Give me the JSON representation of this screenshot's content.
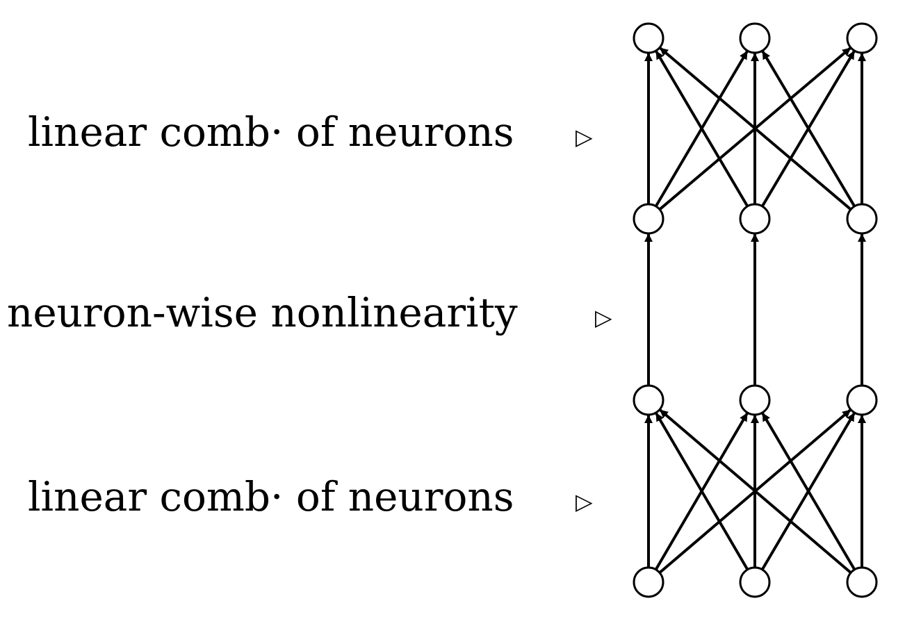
{
  "diagram": {
    "layers": [
      {
        "label": "linear comb· of neurons",
        "marker": "▷",
        "connectivity": "fully-connected"
      },
      {
        "label": "neuron-wise nonlinearity",
        "marker": "▷",
        "connectivity": "one-to-one"
      },
      {
        "label": "linear comb· of neurons",
        "marker": "▷",
        "connectivity": "fully-connected"
      }
    ],
    "neurons_per_row": 3,
    "rows": 4,
    "colors": {
      "stroke": "#000000",
      "node_fill": "#ffffff",
      "background": "#ffffff"
    }
  }
}
